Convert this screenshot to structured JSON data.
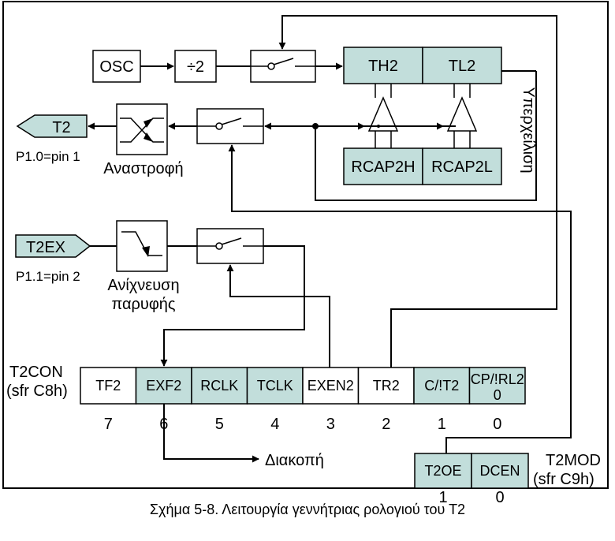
{
  "blocks": {
    "osc": "OSC",
    "div2": "÷2",
    "th2": "TH2",
    "tl2": "TL2",
    "rcap2h": "RCAP2H",
    "rcap2l": "RCAP2L",
    "overflow": "Υπερχείλιση",
    "toggle": "Αναστροφή",
    "edge_line1": "Ανίχνευση",
    "edge_line2": "παρυφής"
  },
  "pins": {
    "t2": "T2",
    "t2_pin": "P1.0=pin 1",
    "t2ex": "T2EX",
    "t2ex_pin": "P1.1=pin 2"
  },
  "t2con": {
    "name": "T2CON",
    "sfr": "(sfr C8h)",
    "cells": [
      {
        "label": "TF2",
        "bit": "7",
        "shaded": false
      },
      {
        "label": "EXF2",
        "bit": "6",
        "shaded": true
      },
      {
        "label": "RCLK",
        "bit": "5",
        "shaded": true
      },
      {
        "label": "TCLK",
        "bit": "4",
        "shaded": true
      },
      {
        "label": "EXEN2",
        "bit": "3",
        "shaded": false
      },
      {
        "label": "TR2",
        "bit": "2",
        "shaded": false
      },
      {
        "label": "C/!T2",
        "bit": "1",
        "shaded": true
      },
      {
        "label": "CP/!RL2",
        "sub": "0",
        "bit": "0",
        "shaded": true
      }
    ]
  },
  "t2mod": {
    "name": "T2MOD",
    "sfr": "(sfr C9h)",
    "cells": [
      {
        "label": "T2OE",
        "bit": "1"
      },
      {
        "label": "DCEN",
        "bit": "0"
      }
    ]
  },
  "interrupt": "Διακοπή",
  "caption": "Σχήμα 5-8. Λειτουργία γεννήτριας ρολογιού του Τ2",
  "colors": {
    "register_fill": "#c2dedb",
    "line": "#000000"
  }
}
